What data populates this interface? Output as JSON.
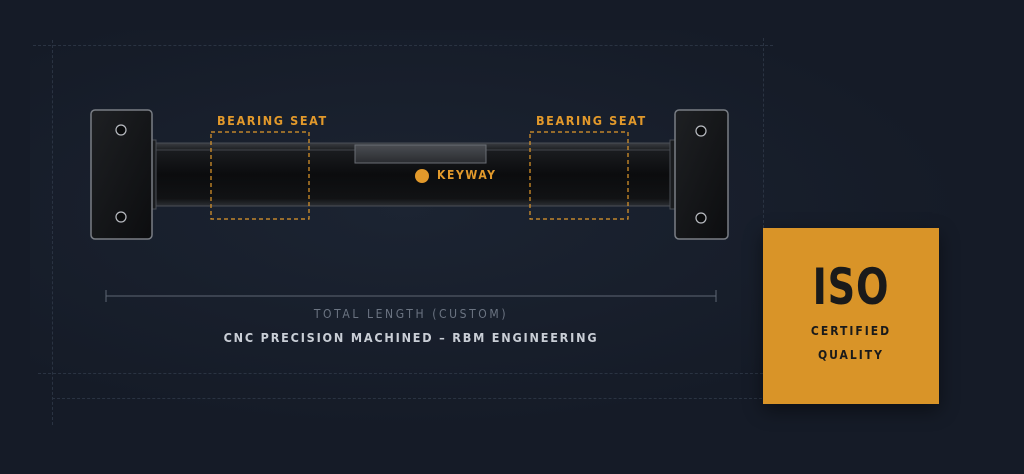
{
  "callouts": {
    "bearing_seat_left": "BEARING SEAT",
    "bearing_seat_right": "BEARING SEAT",
    "keyway": "KEYWAY"
  },
  "dimension": {
    "label": "TOTAL LENGTH (CUSTOM)"
  },
  "subtitle": "CNC PRECISION MACHINED – RBM ENGINEERING",
  "badge": {
    "main": "ISO",
    "line1": "CERTIFIED",
    "line2": "QUALITY"
  },
  "colors": {
    "background": "#151b27",
    "accent": "#e2992b",
    "badge": "#d99428",
    "shaft": "#0b0c0e"
  }
}
